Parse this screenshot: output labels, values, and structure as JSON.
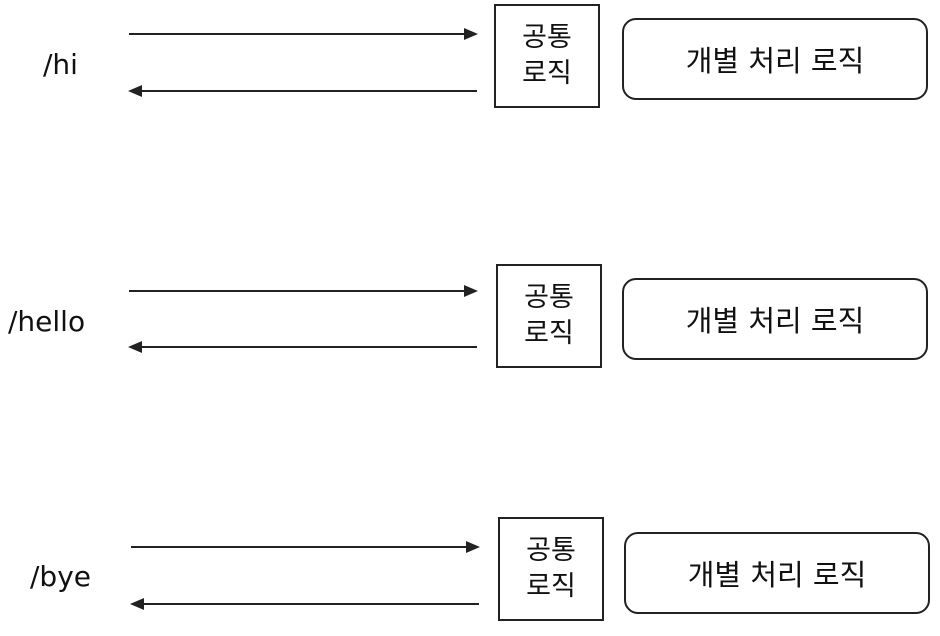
{
  "rows": [
    {
      "route": "/hi",
      "common_line1": "공통",
      "common_line2": "로직",
      "logic": "개별 처리 로직"
    },
    {
      "route": "/hello",
      "common_line1": "공통",
      "common_line2": "로직",
      "logic": "개별 처리 로직"
    },
    {
      "route": "/bye",
      "common_line1": "공통",
      "common_line2": "로직",
      "logic": "개별 처리 로직"
    }
  ],
  "colors": {
    "line": "#222222",
    "text": "#111111",
    "background": "#ffffff"
  }
}
